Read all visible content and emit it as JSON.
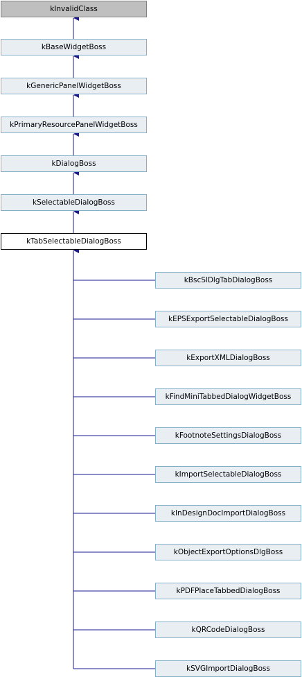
{
  "hierarchy": {
    "chain": [
      "kInvalidClass",
      "kBaseWidgetBoss",
      "kGenericPanelWidgetBoss",
      "kPrimaryResourcePanelWidgetBoss",
      "kDialogBoss",
      "kSelectableDialogBoss",
      "kTabSelectableDialogBoss"
    ],
    "derived": [
      "kBscSlDlgTabDialogBoss",
      "kEPSExportSelectableDialogBoss",
      "kExportXMLDialogBoss",
      "kFindMiniTabbedDialogWidgetBoss",
      "kFootnoteSettingsDialogBoss",
      "kImportSelectableDialogBoss",
      "kInDesignDocImportDialogBoss",
      "kObjectExportOptionsDlgBoss",
      "kPDFPlaceTabbedDialogBoss",
      "kQRCodeDialogBoss",
      "kSVGImportDialogBoss"
    ]
  },
  "colors": {
    "node_fill": "#e8eef2",
    "node_border": "#84b0c7",
    "root_fill": "#bfbfbf",
    "current_fill": "#ffffff",
    "edge": "#1a1a8c"
  }
}
